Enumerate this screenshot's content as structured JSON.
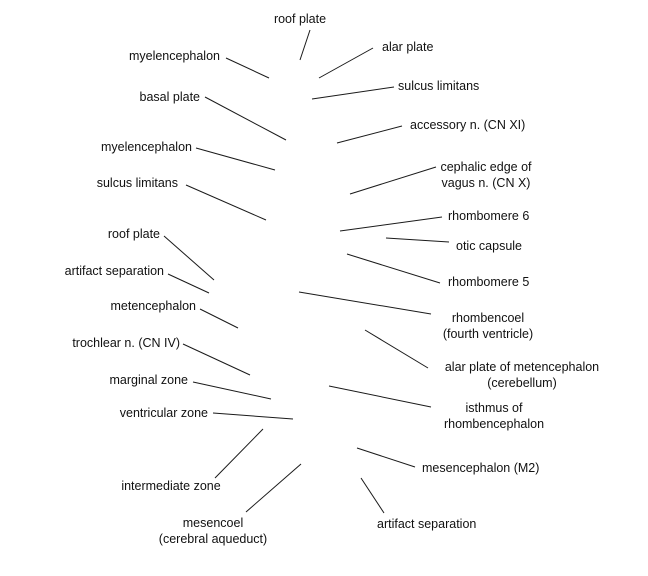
{
  "labels": {
    "roof_plate_top": "roof plate",
    "alar_plate": "alar plate",
    "myelencephalon_top": "myelencephalon",
    "sulcus_limitans_right": "sulcus limitans",
    "basal_plate": "basal plate",
    "accessory_n": "accessory n. (CN XI)",
    "myelencephalon_mid": "myelencephalon",
    "cephalic_edge_line1": "cephalic edge of",
    "cephalic_edge_line2": "vagus n. (CN X)",
    "sulcus_limitans_left": "sulcus limitans",
    "rhombomere_6": "rhombomere 6",
    "roof_plate_left": "roof plate",
    "otic_capsule": "otic capsule",
    "artifact_separation_left": "artifact separation",
    "rhombomere_5": "rhombomere 5",
    "metencephalon": "metencephalon",
    "rhombencoel_line1": "rhombencoel",
    "rhombencoel_line2": "(fourth ventricle)",
    "trochlear_n": "trochlear n. (CN IV)",
    "alar_plate_met_line1": "alar plate of metencephalon",
    "alar_plate_met_line2": "(cerebellum)",
    "marginal_zone": "marginal zone",
    "isthmus_line1": "isthmus of",
    "isthmus_line2": "rhombencephalon",
    "ventricular_zone": "ventricular zone",
    "mesencephalon_m2": "mesencephalon (M2)",
    "intermediate_zone": "intermediate zone",
    "mesencoel_line1": "mesencoel",
    "mesencoel_line2": "(cerebral aqueduct)",
    "artifact_separation_right": "artifact separation"
  }
}
